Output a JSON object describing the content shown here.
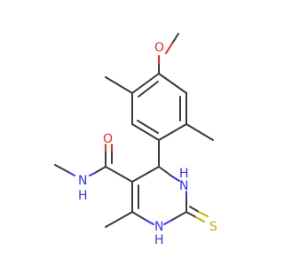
{
  "molecule": {
    "atoms": {
      "methoxy_o": "O",
      "amide_o": "O",
      "amide_n": "N",
      "amide_h": "H",
      "ring_n_upper": "N",
      "ring_h_upper": "H",
      "ring_n_lower": "N",
      "ring_h_lower": "H",
      "thione_s": "S"
    }
  },
  "colors": {
    "bond": "#3a3a3a",
    "oxygen": "#ee2a1d",
    "nitrogen": "#3535ff",
    "sulfur": "#c5b100",
    "background": "#ffffff"
  }
}
